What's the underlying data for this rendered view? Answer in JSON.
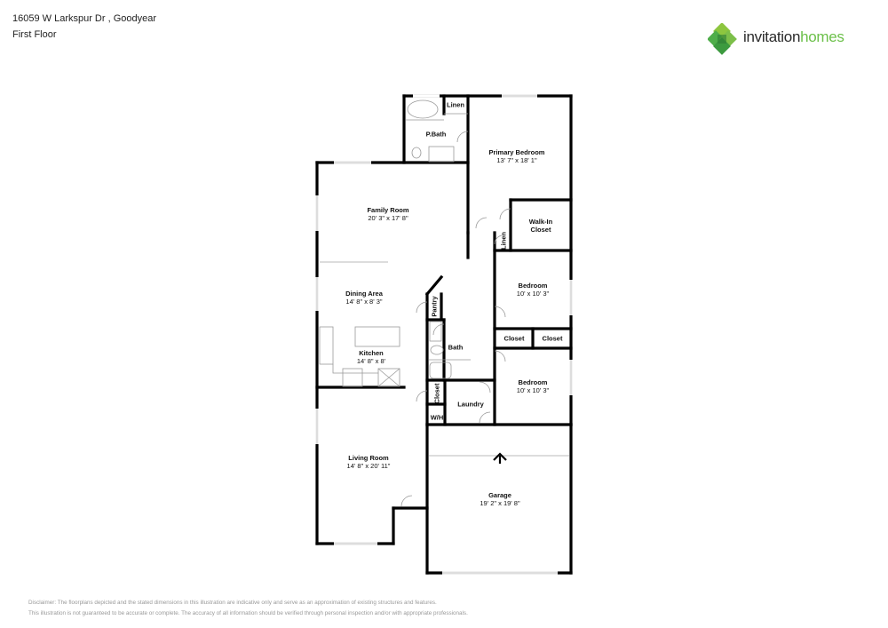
{
  "header": {
    "address": "16059 W Larkspur Dr , Goodyear",
    "floor": "First Floor"
  },
  "logo": {
    "part1": "invitation",
    "part2": "homes",
    "colors": {
      "dark": "#2a2a2a",
      "green": "#6cc04a"
    }
  },
  "rooms": {
    "linen_top": {
      "name": "Linen"
    },
    "pbath": {
      "name": "P.Bath"
    },
    "primary_bedroom": {
      "name": "Primary Bedroom",
      "dims": "13' 7\" x 18' 1\""
    },
    "walkin_closet": {
      "name": "Walk-In\nCloset",
      "line1": "Walk-In",
      "line2": "Closet"
    },
    "linen_small": {
      "name": "Linen"
    },
    "family_room": {
      "name": "Family Room",
      "dims": "20' 3\" x 17' 8\""
    },
    "dining_area": {
      "name": "Dining Area",
      "dims": "14' 8\" x 8' 3\""
    },
    "pantry": {
      "name": "Pantry"
    },
    "kitchen": {
      "name": "Kitchen",
      "dims": "14' 8\" x 8'"
    },
    "bath": {
      "name": "Bath"
    },
    "bedroom1": {
      "name": "Bedroom",
      "dims": "10' x 10' 3\""
    },
    "closet1": {
      "name": "Closet"
    },
    "closet2": {
      "name": "Closet"
    },
    "bedroom2": {
      "name": "Bedroom",
      "dims": "10' x 10' 3\""
    },
    "closet_hall": {
      "name": "Closet"
    },
    "wh": {
      "name": "W/H"
    },
    "laundry": {
      "name": "Laundry"
    },
    "living_room": {
      "name": "Living Room",
      "dims": "14' 8\" x 20' 11\""
    },
    "garage": {
      "name": "Garage",
      "dims": "19' 2\" x 19' 8\""
    }
  },
  "disclaimer": {
    "line1": "Disclaimer: The floorplans depicted and the stated dimensions in this illustration are indicative only and serve as an approximation of existing structures and features.",
    "line2": "This illustration is not guaranteed to be accurate or complete. The accuracy of all information should be verified through personal inspection and/or with appropriate professionals."
  }
}
